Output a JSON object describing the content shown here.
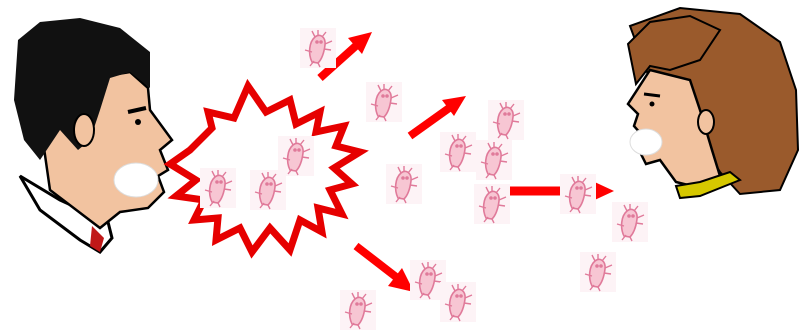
{
  "scene": {
    "left_person": "man-speaking",
    "right_person": "woman-listening",
    "burst": "sneeze-burst",
    "particle_icon": "germ-icon",
    "arrow_icon": "arrow-icon"
  },
  "colors": {
    "background": "#ffffff",
    "skin": "#f2c3a0",
    "man_hair": "#111111",
    "woman_hair": "#9a5a2c",
    "burst_outline": "#e60000",
    "arrow": "#ff0000",
    "germ": "#e07a9a",
    "collar": "#d6c800"
  }
}
